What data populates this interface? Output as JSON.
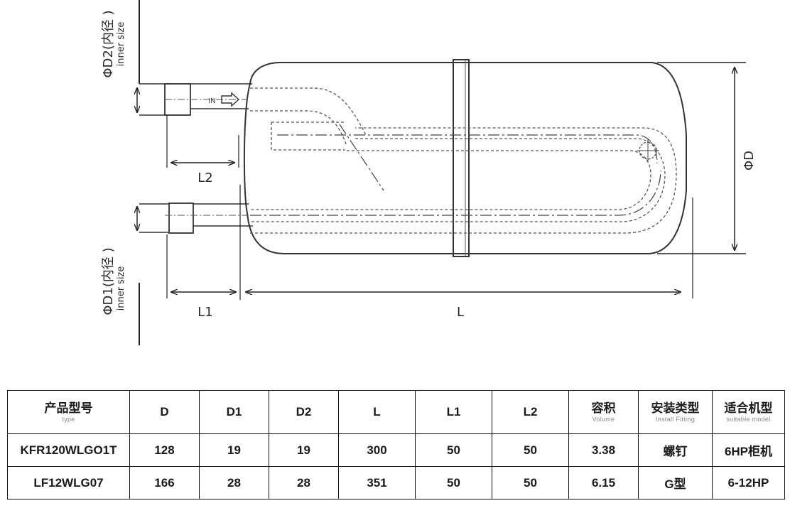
{
  "diagram": {
    "labels": {
      "d2_main": "ΦD2(内径 )",
      "d2_sub": "inner size",
      "d1_main": "ΦD1(内径 )",
      "d1_sub": "inner size",
      "big_d": "ΦD",
      "l2": "L2",
      "l1": "L1",
      "l": "L",
      "in_mark": "IN"
    }
  },
  "table": {
    "headers": [
      {
        "main": "产品型号",
        "sub": "type"
      },
      {
        "main": "D",
        "sub": ""
      },
      {
        "main": "D1",
        "sub": ""
      },
      {
        "main": "D2",
        "sub": ""
      },
      {
        "main": "L",
        "sub": ""
      },
      {
        "main": "L1",
        "sub": ""
      },
      {
        "main": "L2",
        "sub": ""
      },
      {
        "main": "容积",
        "sub": "Volume"
      },
      {
        "main": "安装类型",
        "sub": "Install  Fitting"
      },
      {
        "main": "适合机型",
        "sub": "suitable model"
      }
    ],
    "rows": [
      [
        "KFR120WLGO1T",
        "128",
        "19",
        "19",
        "300",
        "50",
        "50",
        "3.38",
        "螺钉",
        "6HP柜机"
      ],
      [
        "LF12WLG07",
        "166",
        "28",
        "28",
        "351",
        "50",
        "50",
        "6.15",
        "G型",
        "6-12HP"
      ]
    ]
  }
}
